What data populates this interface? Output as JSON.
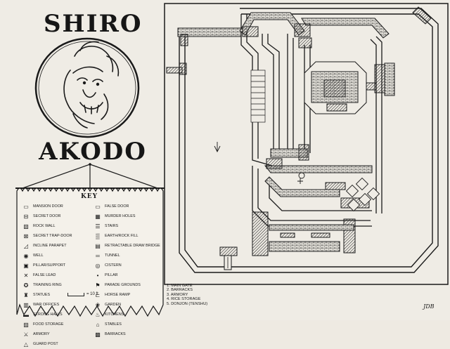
{
  "title": {
    "top": "SHIRO",
    "bottom": "AKODO"
  },
  "key": {
    "heading": "KEY",
    "items": [
      {
        "symbol": "door",
        "label": "Mansion Door"
      },
      {
        "symbol": "false-door",
        "label": "False Door"
      },
      {
        "symbol": "secret-door",
        "label": "Secret Door"
      },
      {
        "symbol": "murder-holes",
        "label": "Murder Holes"
      },
      {
        "symbol": "rock-wall",
        "label": "Rock Wall"
      },
      {
        "symbol": "stairs",
        "label": "Stairs"
      },
      {
        "symbol": "secret-trapdoor",
        "label": "Secret Trap-door"
      },
      {
        "symbol": "earth-fill",
        "label": "Earth/Rock Fill"
      },
      {
        "symbol": "incline",
        "label": "Incline Parapet"
      },
      {
        "symbol": "retractable-bridge",
        "label": "Retractable Draw Bridge"
      },
      {
        "symbol": "well",
        "label": "Well"
      },
      {
        "symbol": "tunnel",
        "label": "Tunnel"
      },
      {
        "symbol": "pillar-support",
        "label": "Pillar/Support"
      },
      {
        "symbol": "cistern",
        "label": "Cistern"
      },
      {
        "symbol": "false-lead",
        "label": "False Lead"
      },
      {
        "symbol": "pillar",
        "label": "Pillar"
      },
      {
        "symbol": "training-ring",
        "label": "Training Ring"
      },
      {
        "symbol": "parade-grounds",
        "label": "Parade Grounds"
      },
      {
        "symbol": "statues",
        "label": "Statues"
      },
      {
        "symbol": "horse-ramp",
        "label": "Horse Ramp"
      },
      {
        "symbol": "war-offices",
        "label": "War Offices"
      },
      {
        "symbol": "garden",
        "label": "Garden"
      },
      {
        "symbol": "strong-halls",
        "label": "Strong Halls"
      },
      {
        "symbol": "kitchens",
        "label": "Kitchens"
      },
      {
        "symbol": "food-storage",
        "label": "Food Storage"
      },
      {
        "symbol": "stables",
        "label": "Stables"
      },
      {
        "symbol": "armory",
        "label": "Armory"
      },
      {
        "symbol": "barracks",
        "label": "Barracks"
      },
      {
        "symbol": "guard-post",
        "label": "Guard Post"
      }
    ],
    "scale": "= 10 ft"
  },
  "locations": [
    "1. Main Gate",
    "2. Barracks",
    "3. Armory",
    "4. Rice Storage",
    "5. Donjon (Tenshu)"
  ],
  "signature": "JDB",
  "colors": {
    "ink": "#1a1a1a",
    "paper": "#efece5",
    "hatch": "#3a3a3a"
  }
}
